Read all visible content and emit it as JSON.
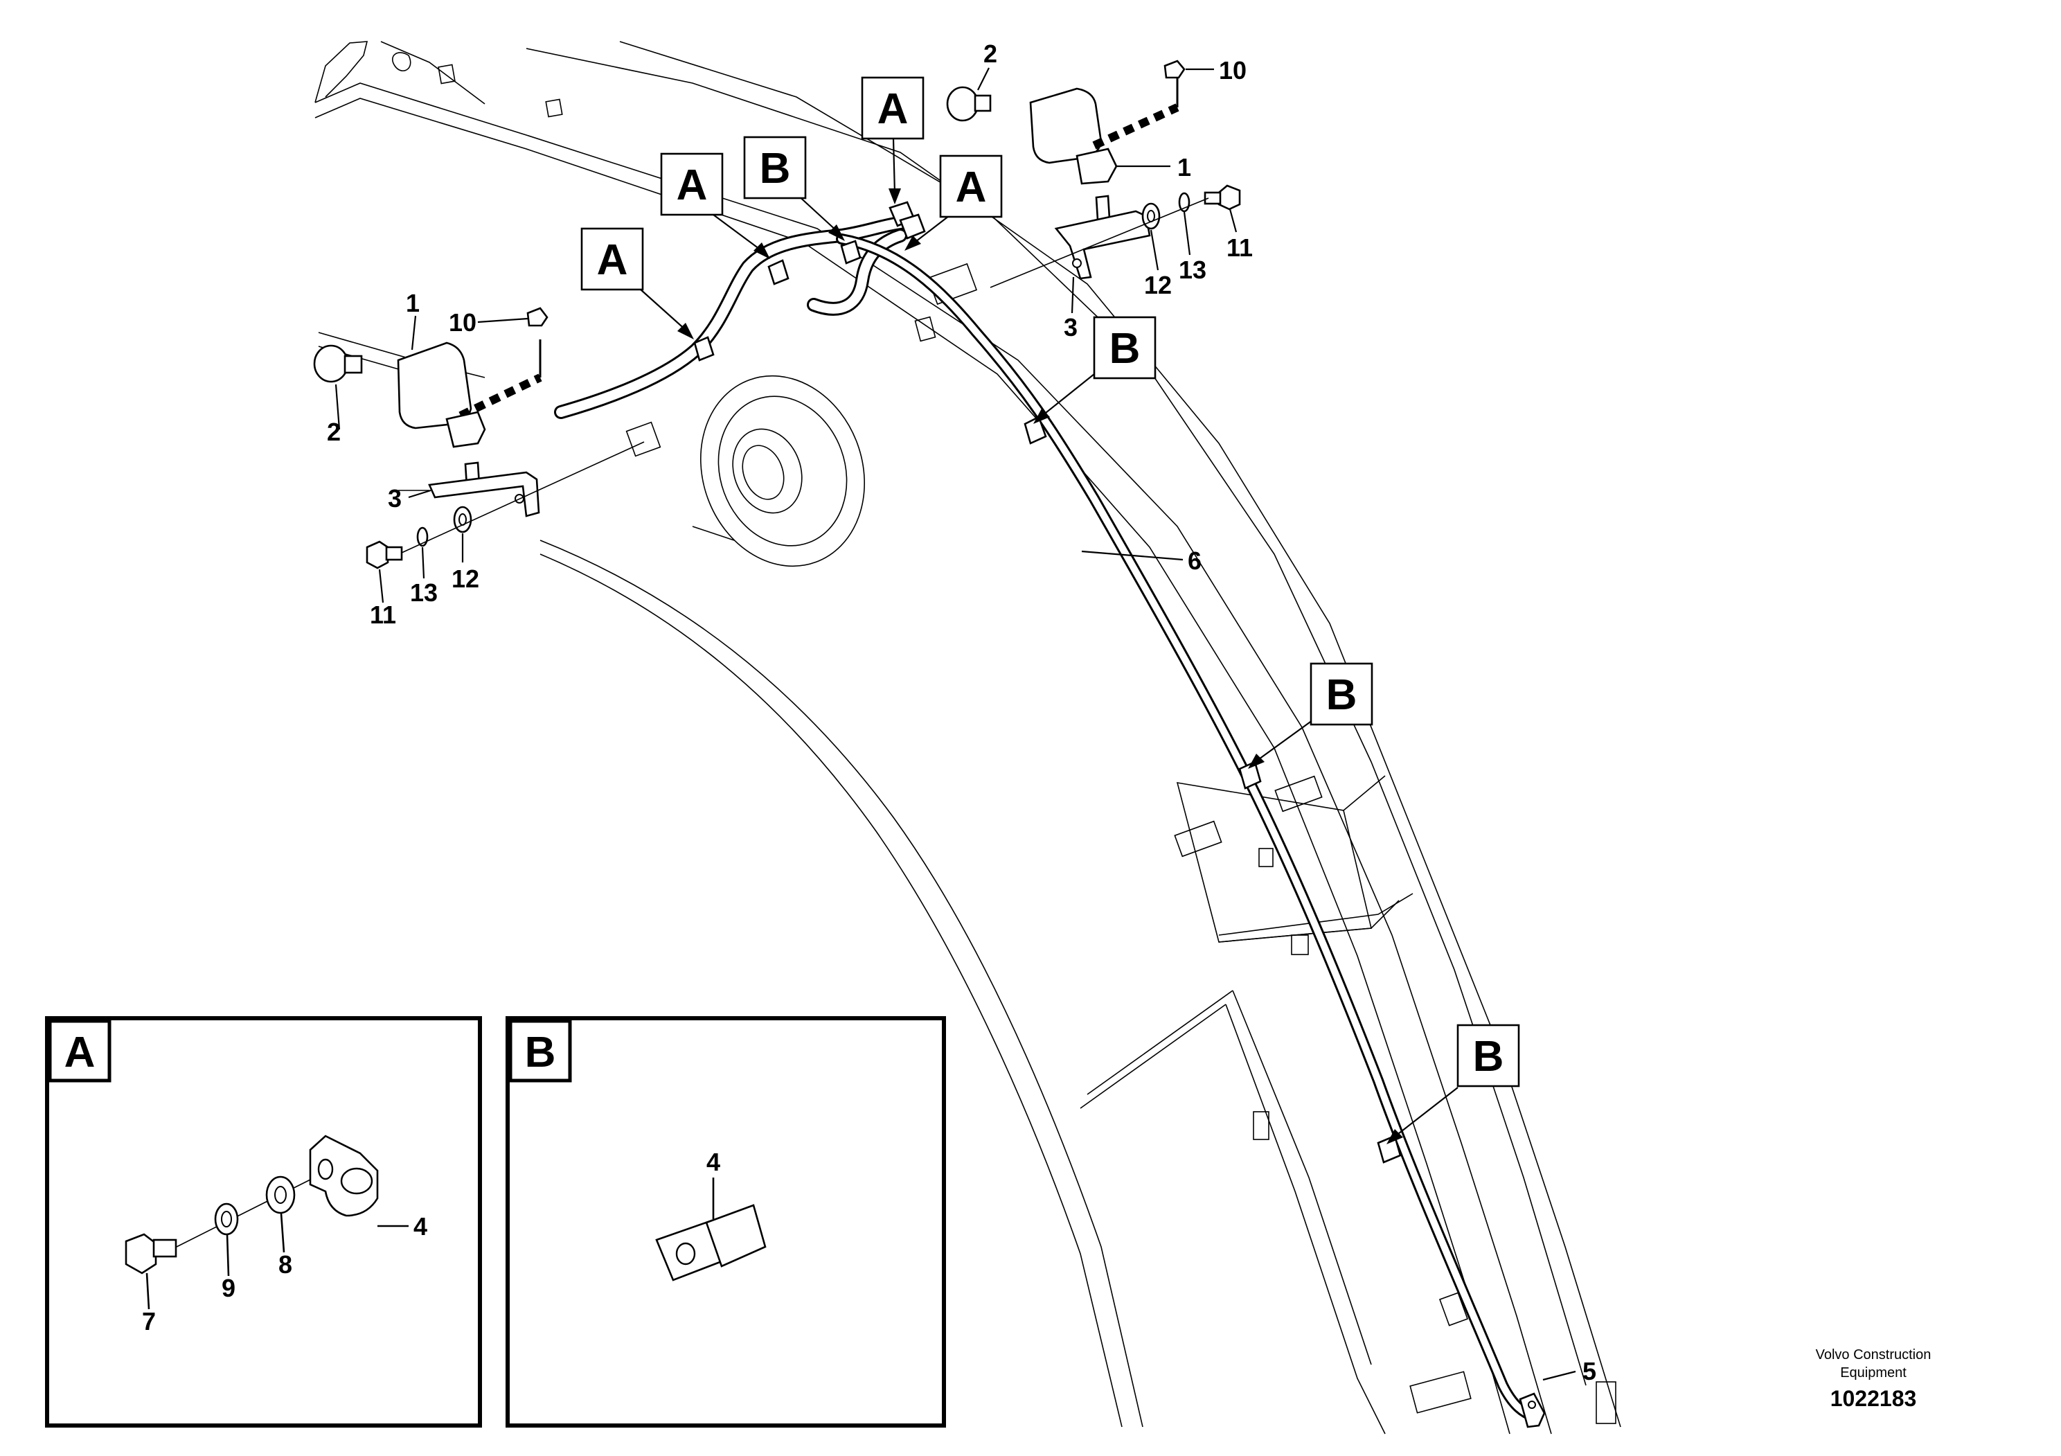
{
  "callouts": {
    "a1": "A",
    "a2": "A",
    "a3": "A",
    "a4": "A",
    "b1": "B",
    "b2": "B",
    "b3": "B",
    "b4": "B"
  },
  "part_numbers": {
    "p1_left": "1",
    "p2_left": "2",
    "p3_left": "3",
    "p10_left": "10",
    "p11_left": "11",
    "p12_left": "12",
    "p13_left": "13",
    "p1_right": "1",
    "p2_right": "2",
    "p3_right": "3",
    "p10_right": "10",
    "p11_right": "11",
    "p12_right": "12",
    "p13_right": "13",
    "p5": "5",
    "p6": "6"
  },
  "inset_a": {
    "letter": "A",
    "p4": "4",
    "p7": "7",
    "p8": "8",
    "p9": "9"
  },
  "inset_b": {
    "letter": "B",
    "p4": "4"
  },
  "caption": {
    "line1": "Volvo Construction",
    "line2": "Equipment",
    "number": "1022183"
  }
}
